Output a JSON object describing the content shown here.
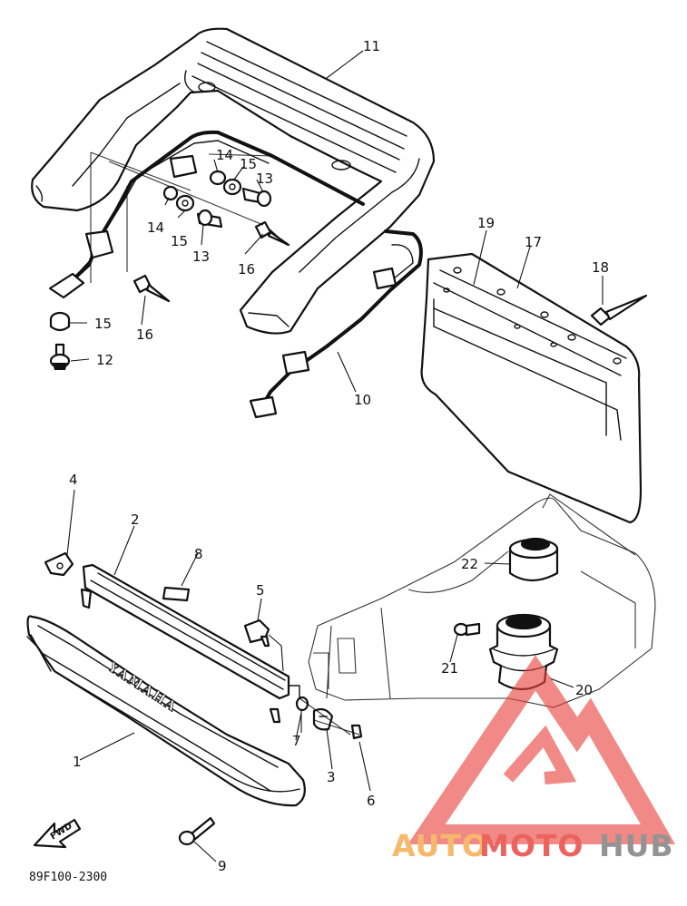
{
  "diagram": {
    "drawing_code": "89F100-2300",
    "fwd_label": "FWD",
    "emblem_text": "YAMAHA",
    "callouts": {
      "c1": "1",
      "c2": "2",
      "c3": "3",
      "c4": "4",
      "c5": "5",
      "c6": "6",
      "c7": "7",
      "c8": "8",
      "c9": "9",
      "c10": "10",
      "c11": "11",
      "c12": "12",
      "c13a": "13",
      "c13b": "13",
      "c14a": "14",
      "c14b": "14",
      "c15a": "15",
      "c15b": "15",
      "c15c": "15",
      "c16a": "16",
      "c16b": "16",
      "c17": "17",
      "c18": "18",
      "c19": "19",
      "c20": "20",
      "c21": "21",
      "c22": "22"
    }
  },
  "watermark": {
    "brand_part1": "AUTO",
    "brand_part2": "MOTO",
    "brand_part3": "HUB",
    "color_red": "#e8413b",
    "color_orange": "#f5a94a",
    "color_gray": "#7c7c7c"
  }
}
